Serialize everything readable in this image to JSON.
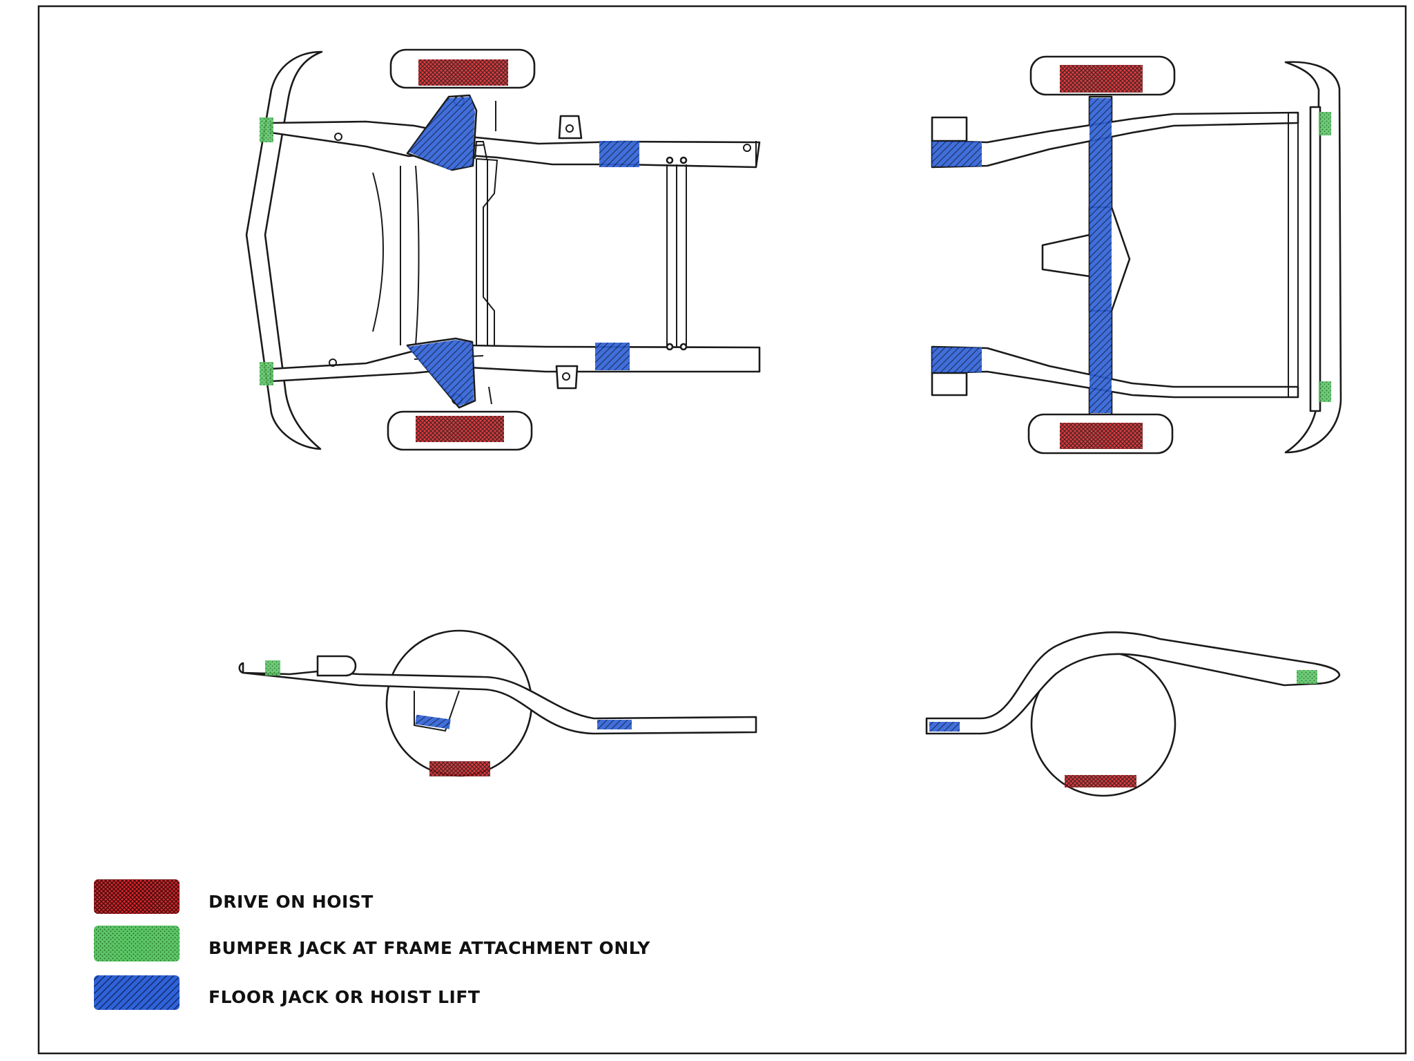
{
  "colors": {
    "drive_on_hoist": "#d9262c",
    "bumper_jack": "#3fb84a",
    "floor_jack": "#2f62d8",
    "line": "#1a1a1a",
    "border": "#1a1a1a"
  },
  "legend": [
    {
      "key": "drive_on_hoist",
      "label": "DRIVE ON HOIST"
    },
    {
      "key": "bumper_jack",
      "label": "BUMPER JACK AT FRAME ATTACHMENT ONLY"
    },
    {
      "key": "floor_jack",
      "label": "FLOOR JACK OR HOIST LIFT"
    }
  ]
}
